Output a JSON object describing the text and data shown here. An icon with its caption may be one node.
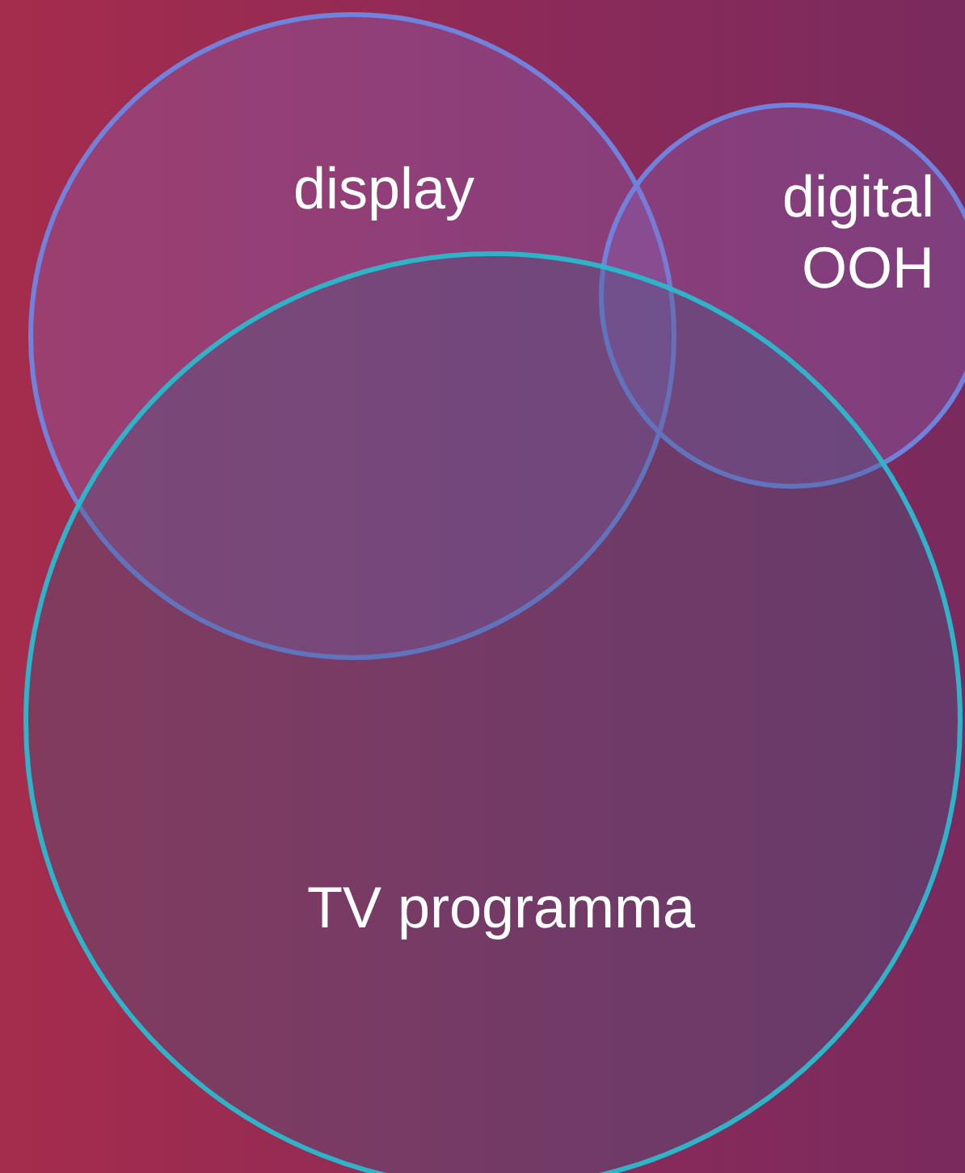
{
  "diagram": {
    "nodes": [
      {
        "text": [
          "display"
        ]
      },
      {
        "text": [
          "digital OOH"
        ]
      },
      {
        "text": [
          "TV programma"
        ]
      }
    ]
  }
}
